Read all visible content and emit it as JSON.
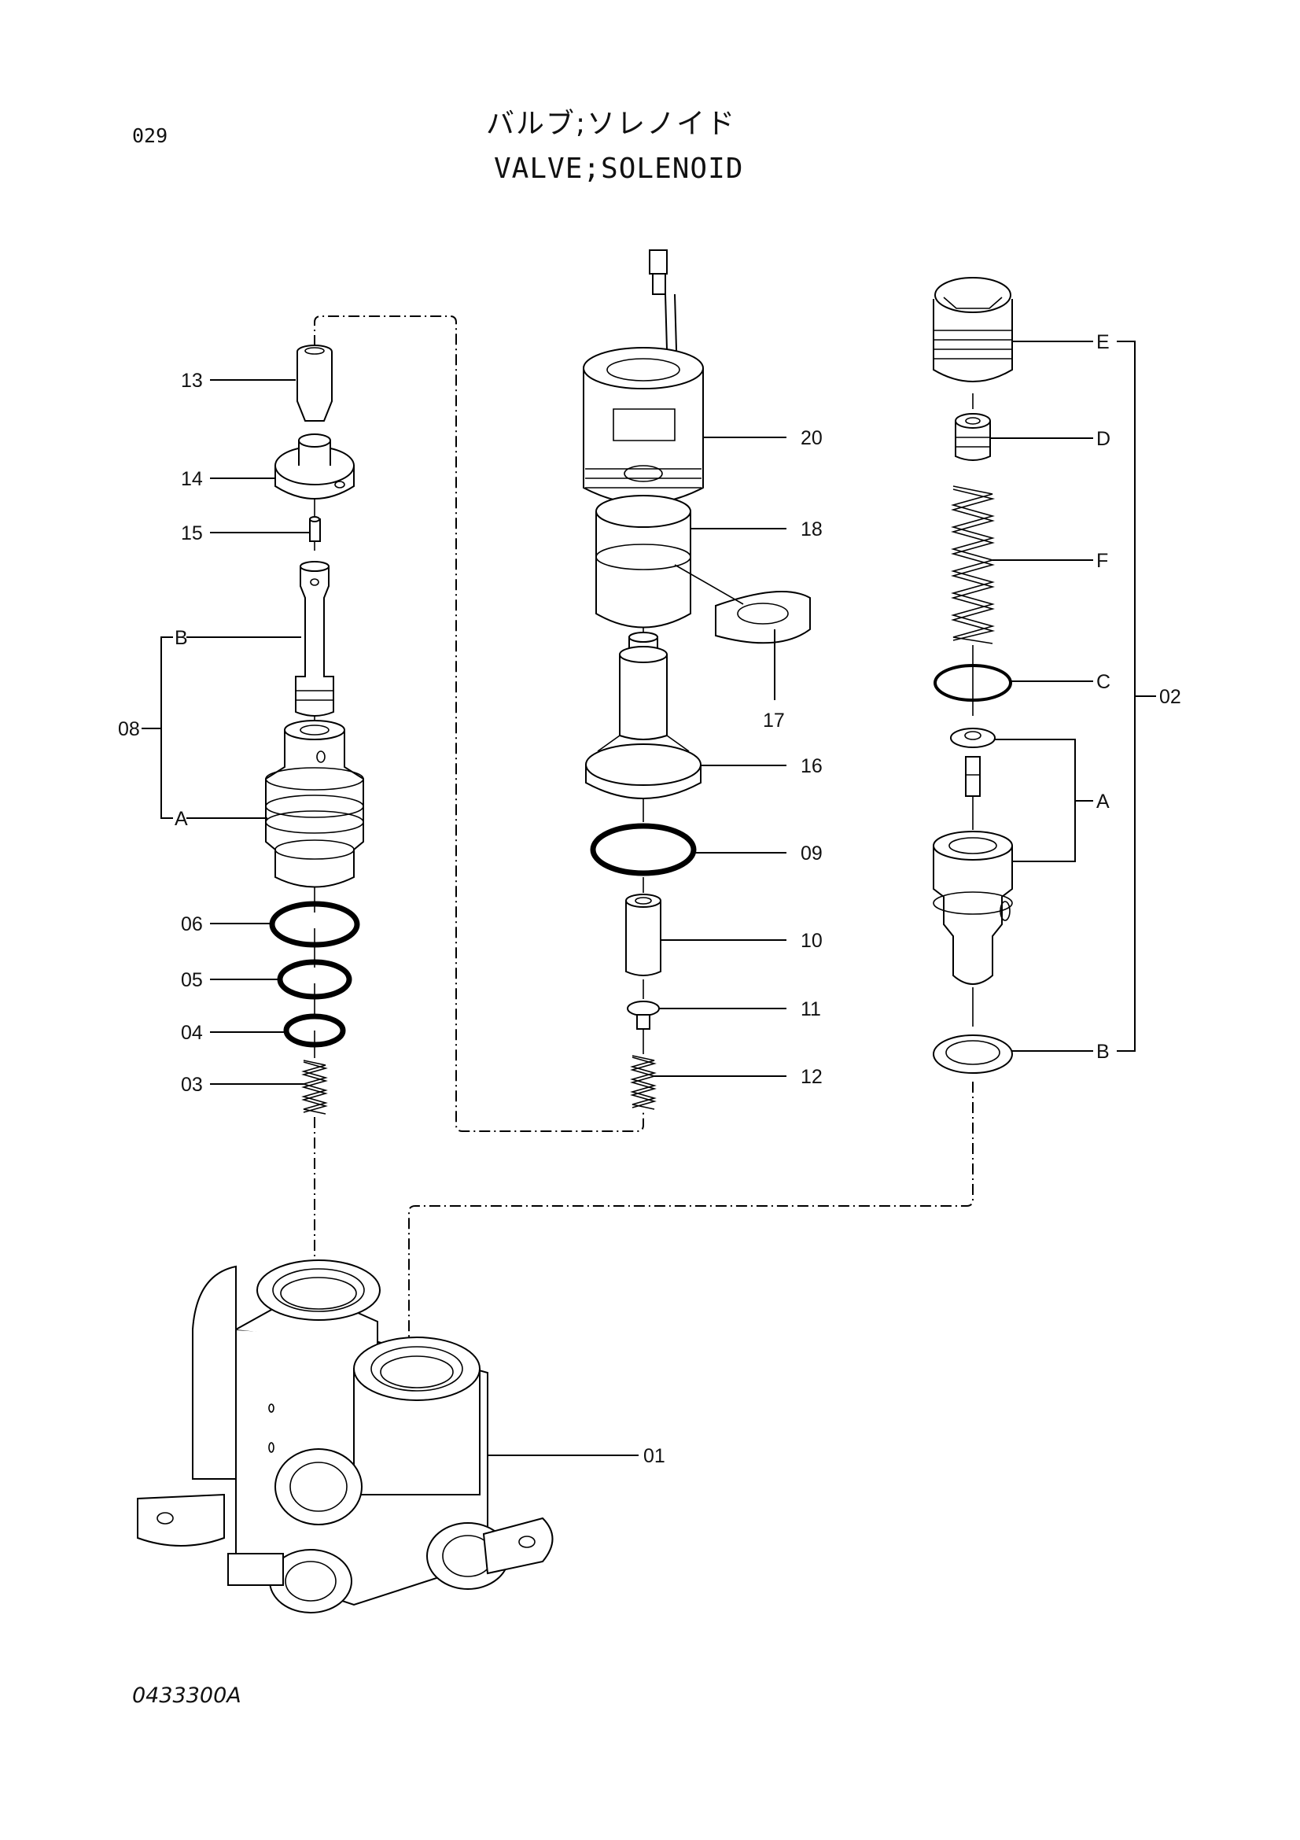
{
  "header": {
    "page_number": "029",
    "title_jp": "バルブ;ソレノイド",
    "title_en": "VALVE;SOLENOID"
  },
  "footer": {
    "drawing_number": "0433300A"
  },
  "callouts": {
    "c01": "01",
    "c02": "02",
    "c03": "03",
    "c04": "04",
    "c05": "05",
    "c06": "06",
    "c08": "08",
    "c09": "09",
    "c10": "10",
    "c11": "11",
    "c12": "12",
    "c13": "13",
    "c14": "14",
    "c15": "15",
    "c16": "16",
    "c17": "17",
    "c18": "18",
    "c20": "20",
    "left_A": "A",
    "left_B": "B",
    "right_A": "A",
    "right_B": "B",
    "right_C": "C",
    "right_D": "D",
    "right_E": "E",
    "right_F": "F"
  }
}
